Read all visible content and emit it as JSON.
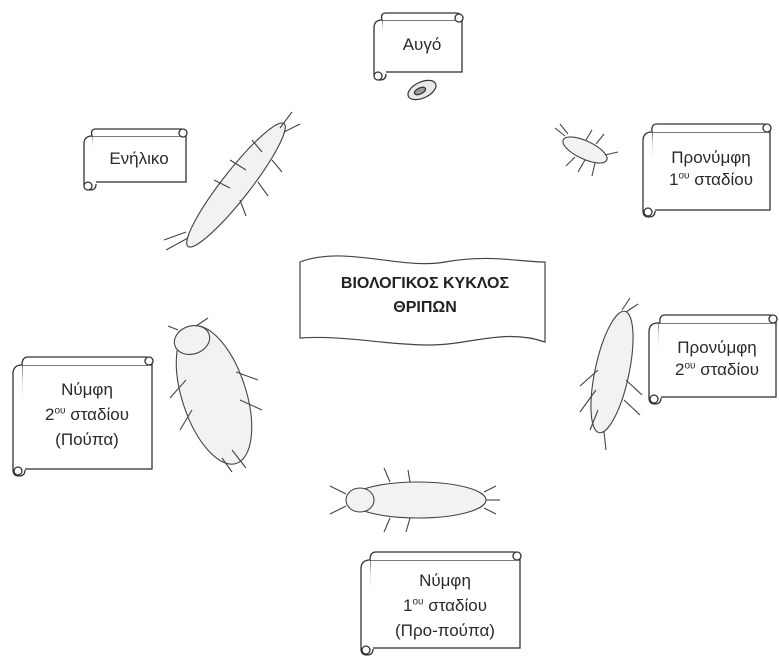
{
  "title": {
    "line1": "ΒΙΟΛΟΓΙΚΟΣ ΚΥΚΛΟΣ",
    "line2": "ΘΡΙΠΩΝ"
  },
  "stages": {
    "egg": {
      "label": "Αυγό"
    },
    "larva1": {
      "line1": "Προνύμφη",
      "sup": "ου",
      "num": "1",
      "line2_rest": " σταδίου"
    },
    "larva2": {
      "line1": "Προνύμφη",
      "sup": "ου",
      "num": "2",
      "line2_rest": " σταδίου"
    },
    "prepupa": {
      "line1": "Νύμφη",
      "num": "1",
      "sup": "ου",
      "line2_rest": " σταδίου",
      "line3": "(Προ-πούπα)"
    },
    "pupa": {
      "line1": "Νύμφη",
      "num": "2",
      "sup": "ου",
      "line2_rest": " σταδίου",
      "line3": "(Πούπα)"
    },
    "adult": {
      "label": "Ενήλικο"
    }
  }
}
